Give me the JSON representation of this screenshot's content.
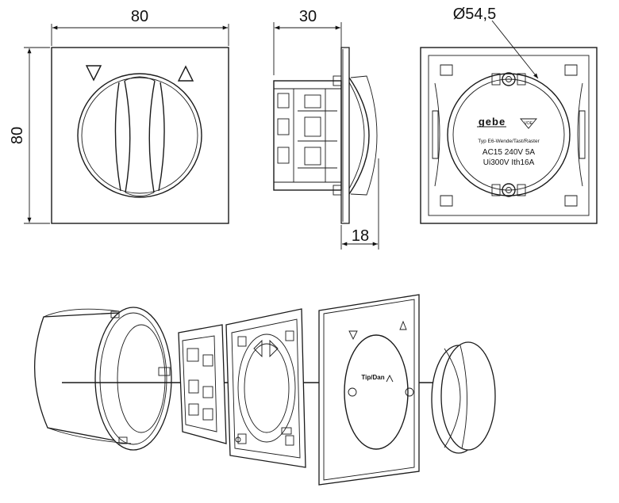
{
  "front_view": {
    "width_dim": "80",
    "height_dim": "80",
    "arrow_down": "▽",
    "arrow_up": "△"
  },
  "side_view": {
    "depth_dim": "30",
    "depth_front_dim": "18"
  },
  "rear_view": {
    "diameter_dim": "Ø54,5",
    "brand": "gebe",
    "cert_mark": "VDE",
    "type_line": "Typ  E6-Wende/Tast/Raster",
    "rating_line": "AC15  240V  5A",
    "insulation_line": "Ui300V  Ith16A"
  },
  "exploded_view": {
    "knob_label": "Tip/Dan"
  }
}
